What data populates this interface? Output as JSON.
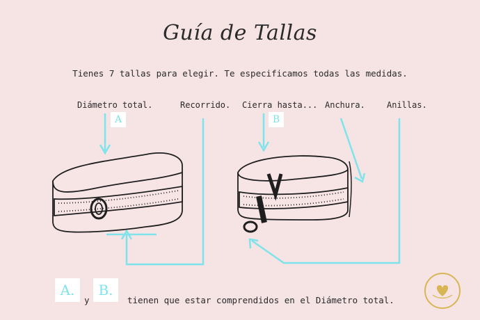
{
  "title": "Guía de Tallas",
  "subtitle": "Tienes 7 tallas para elegir. Te especificamos todas las medidas.",
  "labels": {
    "diametro": "Diámetro total.",
    "recorrido": "Recorrido.",
    "cierra": "Cierra hasta...",
    "anchura": "Anchura.",
    "anillas": "Anillas."
  },
  "markers": {
    "a": "A",
    "b": "B",
    "a_big": "A.",
    "b_big": "B."
  },
  "footer": {
    "y": "y",
    "text": "tienen que estar comprendidos en el Diámetro total."
  },
  "colors": {
    "background": "#f6e3e4",
    "accent": "#7ee3ea",
    "logo": "#d8b656"
  },
  "icons": {
    "logo": "heart-logo-icon"
  }
}
